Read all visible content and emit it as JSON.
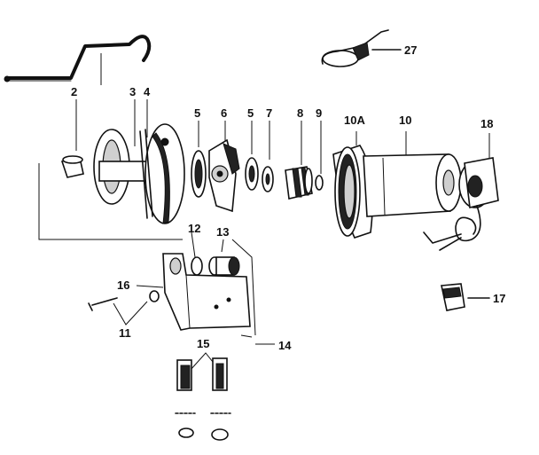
{
  "labels": {
    "l2": "2",
    "l3": "3",
    "l4": "4",
    "l5a": "5",
    "l6": "6",
    "l5b": "5",
    "l7": "7",
    "l8": "8",
    "l9": "9",
    "l10a": "10A",
    "l10": "10",
    "l18": "18",
    "l27": "27",
    "l12": "12",
    "l13": "13",
    "l16": "16",
    "l11": "11",
    "l15": "15",
    "l14": "14",
    "l17": "17"
  }
}
